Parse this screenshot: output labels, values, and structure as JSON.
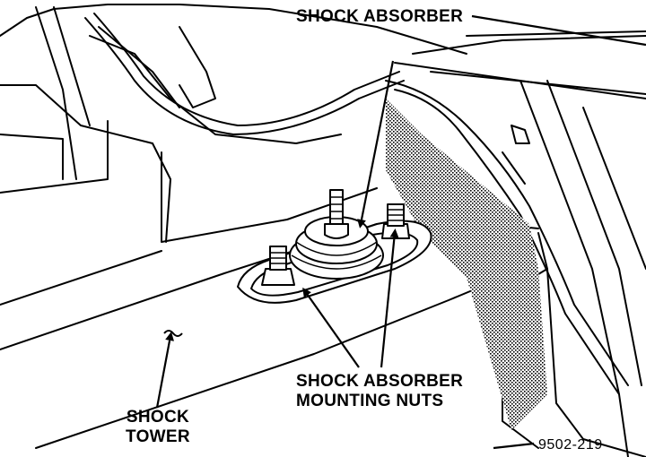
{
  "labels": {
    "shock_absorber": "SHOCK ABSORBER",
    "mounting_nuts_line1": "SHOCK ABSORBER",
    "mounting_nuts_line2": "MOUNTING NUTS",
    "shock_tower_line1": "SHOCK",
    "shock_tower_line2": "TOWER",
    "figure_id": "9502-219"
  },
  "colors": {
    "ink": "#000000",
    "paper": "#ffffff",
    "stipple": "#7a7a7a"
  }
}
